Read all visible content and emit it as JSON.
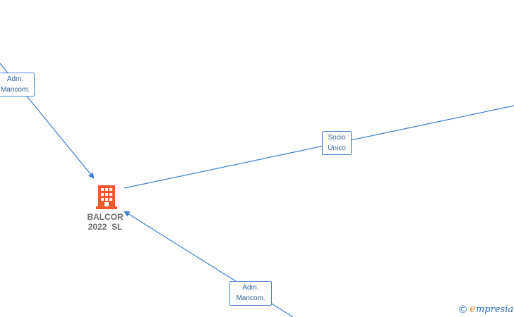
{
  "company": {
    "name_line1": "BALCOR",
    "name_line2": "2022  SL",
    "icon": "building-icon",
    "icon_color": "#f05a2a"
  },
  "edges": [
    {
      "label_line1": "Adm.",
      "label_line2": "Mancom."
    },
    {
      "label_line1": "Socio",
      "label_line2": "Único"
    },
    {
      "label_line1": "Adm.",
      "label_line2": "Mancom."
    }
  ],
  "line_color": "#3d7fcf",
  "watermark": {
    "symbol": "©",
    "brand_initial": "e",
    "brand_rest": "mpresia"
  }
}
